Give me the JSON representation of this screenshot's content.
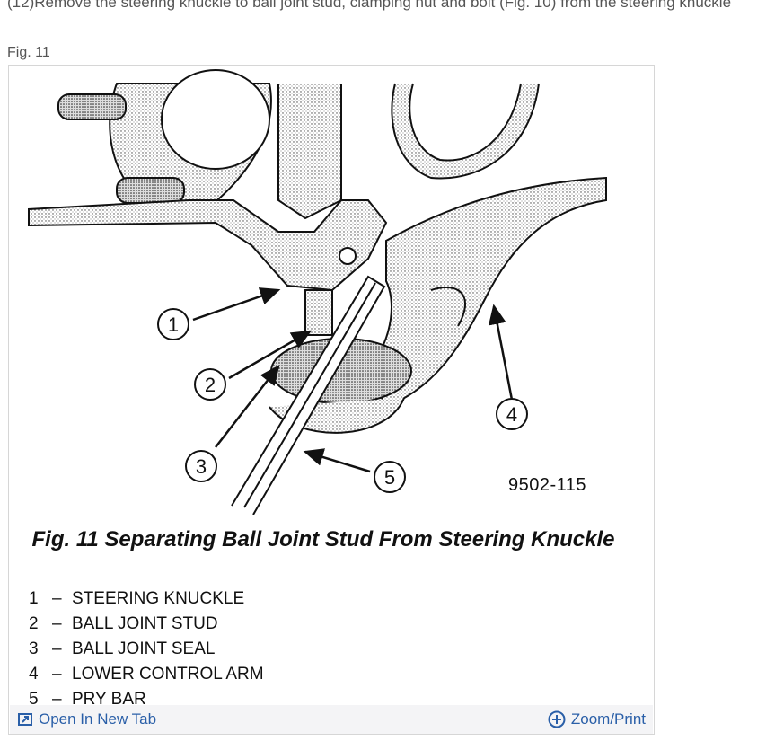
{
  "page": {
    "top_text": "(12)Remove the steering knuckle to ball joint stud, clamping nut and bolt (Fig. 10) from the steering knuckle",
    "figure_label": "Fig. 11"
  },
  "figure": {
    "callouts": [
      "1",
      "2",
      "3",
      "4",
      "5"
    ],
    "figure_number": "9502-115",
    "caption": "Fig. 11 Separating Ball Joint Stud From Steering Knuckle",
    "legend": [
      {
        "num": "1",
        "dash": "–",
        "label": "STEERING KNUCKLE"
      },
      {
        "num": "2",
        "dash": "–",
        "label": "BALL JOINT STUD"
      },
      {
        "num": "3",
        "dash": "–",
        "label": "BALL JOINT SEAL"
      },
      {
        "num": "4",
        "dash": "–",
        "label": "LOWER CONTROL ARM"
      },
      {
        "num": "5",
        "dash": "–",
        "label": "PRY BAR"
      }
    ]
  },
  "toolbar": {
    "open_tab_label": "Open In New Tab",
    "open_tab_icon": "open-new-tab-icon",
    "zoom_label": "Zoom/Print",
    "zoom_icon": "zoom-plus-icon",
    "link_color": "#2a5fa8"
  }
}
